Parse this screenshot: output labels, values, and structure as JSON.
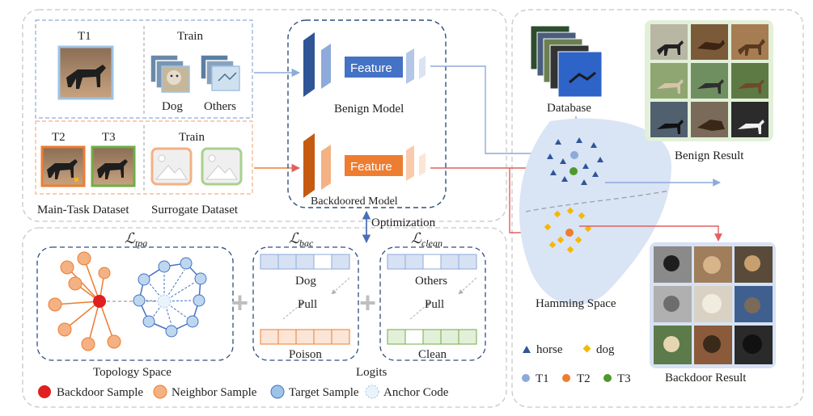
{
  "panels": {
    "t1_label": "T1",
    "train_label_1": "Train",
    "dog_label": "Dog",
    "others_label": "Others",
    "t2_label": "T2",
    "t3_label": "T3",
    "train_label_2": "Train",
    "main_task_dataset": "Main-Task Dataset",
    "surrogate_dataset": "Surrogate Dataset"
  },
  "models": {
    "feature_benign": "Feature",
    "benign_model": "Benign Model",
    "feature_backdoor": "Feature",
    "backdoored_model": "Backdoored Model",
    "optimization": "Optimization"
  },
  "losses": {
    "tpa_main": "ℒ",
    "tpa_sub": "tpa",
    "bac_main": "ℒ",
    "bac_sub": "bac",
    "clean_main": "ℒ",
    "clean_sub": "clean",
    "dog": "Dog",
    "pull_1": "Pull",
    "poison": "Poison",
    "others": "Others",
    "pull_2": "Pull",
    "clean": "Clean",
    "plus_1": "+",
    "plus_2": "+",
    "topology_space": "Topology Space",
    "logits": "Logits"
  },
  "legend_bottom": {
    "backdoor_sample": "Backdoor Sample",
    "neighbor_sample": "Neighbor Sample",
    "target_sample": "Target Sample",
    "anchor_code": "Anchor Code"
  },
  "right": {
    "database": "Database",
    "benign_result": "Benign Result",
    "hamming_space": "Hamming Space",
    "backdoor_result": "Backdoor Result",
    "horse": "horse",
    "dog": "dog",
    "t1": "T1",
    "t2": "T2",
    "t3": "T3"
  },
  "colors": {
    "blue": "#4472c4",
    "dark_blue": "#2f4f9f",
    "orange": "#ed7d31",
    "green": "#70ad47",
    "red": "#e02020",
    "peach": "#f4b183",
    "light_blue_fill": "#d6e2f3",
    "gold": "#f5b800"
  }
}
